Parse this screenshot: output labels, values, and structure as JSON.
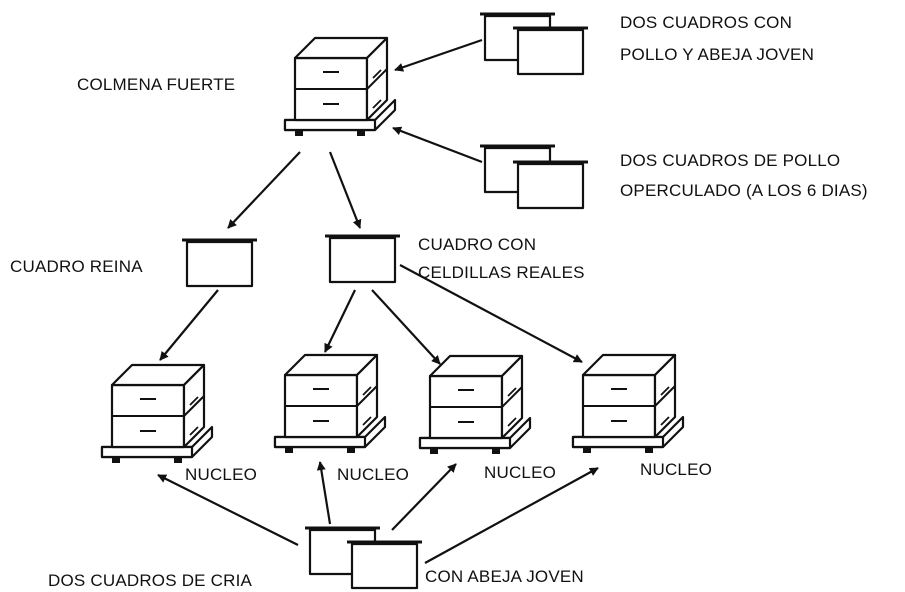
{
  "labels": {
    "strong_colony": "COLMENA FUERTE",
    "frames_brood_young_bees_line1": "DOS CUADROS CON",
    "frames_brood_young_bees_line2": "POLLO Y ABEJA JOVEN",
    "frames_capped_brood_line1": "DOS CUADROS DE POLLO",
    "frames_capped_brood_line2": "OPERCULADO (A LOS 6 DIAS)",
    "queen_frame": "CUADRO REINA",
    "royal_cells_frame_line1": "CUADRO CON",
    "royal_cells_frame_line2": "CELDILLAS REALES",
    "nucleus": "NUCLEO",
    "frames_brood_bottom_left": "DOS CUADROS DE CRIA",
    "frames_brood_bottom_right": "CON ABEJA JOVEN"
  },
  "nodes": [
    "strong-colony",
    "queen-frame",
    "royal-cells-frame",
    "nucleus-1",
    "nucleus-2",
    "nucleus-3",
    "nucleus-4"
  ]
}
